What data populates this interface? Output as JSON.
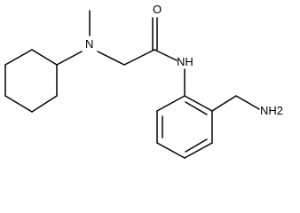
{
  "molecule": {
    "atoms": {
      "oxygen": "O",
      "nitrogen_tertiary": "N",
      "nitrogen_amide": "NH",
      "amine": "NH2"
    },
    "colors": {
      "bond": "#000000",
      "label": "#000000",
      "background": "#ffffff"
    }
  }
}
